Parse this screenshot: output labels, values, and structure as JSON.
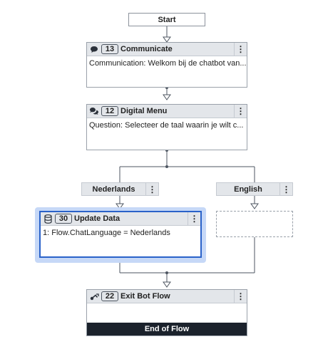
{
  "start": {
    "label": "Start"
  },
  "nodes": {
    "communicate": {
      "icon": "speech-bubble-icon",
      "number": "13",
      "title": "Communicate",
      "body": "Communication: Welkom bij de chatbot van..."
    },
    "digital_menu": {
      "icon": "chat-bubbles-icon",
      "number": "12",
      "title": "Digital Menu",
      "body": "Question: Selecteer de taal waarin je wilt c..."
    },
    "update_data": {
      "icon": "database-icon",
      "number": "30",
      "title": "Update Data",
      "body": "1: Flow.ChatLanguage = Nederlands"
    },
    "exit_bot_flow": {
      "icon": "exit-flow-icon",
      "number": "22",
      "title": "Exit Bot Flow",
      "footer": "End of Flow"
    }
  },
  "branches": {
    "nederlands": {
      "label": "Nederlands"
    },
    "english": {
      "label": "English"
    }
  },
  "menu_glyph": "⋮",
  "colors": {
    "header_bg": "#e3e6ea",
    "selected_border": "#2a62c9",
    "selected_halo": "#c6d8f7",
    "footer_bg": "#1b222c",
    "connector": "#4d5560"
  }
}
